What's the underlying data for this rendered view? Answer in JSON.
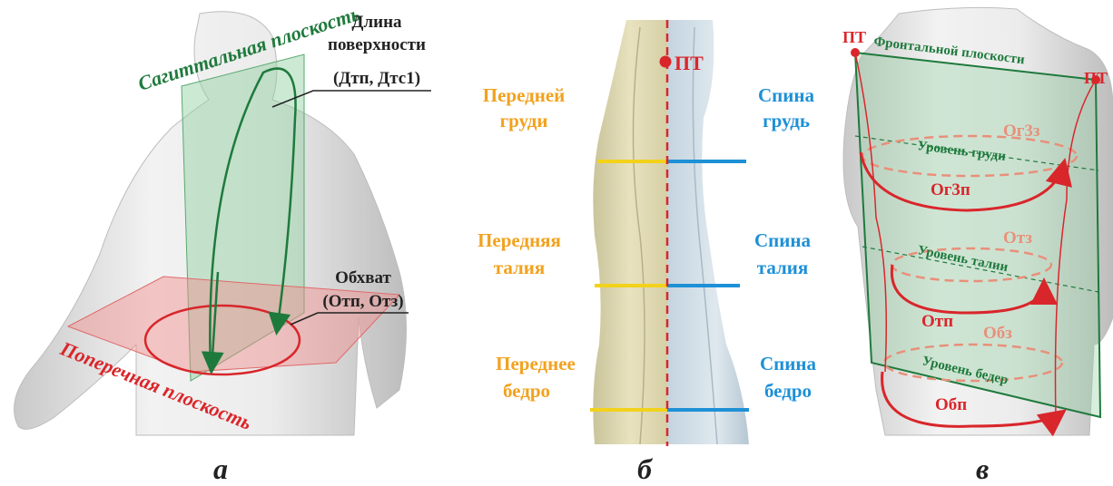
{
  "panel_a": {
    "sagittal_plane": "Сагиттальная плоскость",
    "surface_length_l1": "Длина",
    "surface_length_l2": "поверхности",
    "surface_length_l3": "(Дтп, Дтс1)",
    "girth_l1": "Обхват",
    "girth_l2": "(Отп, Отз)",
    "transverse_plane": "Поперечная плоскость",
    "letter": "а"
  },
  "panel_b": {
    "pt": "ПТ",
    "front_chest_l1": "Передней",
    "front_chest_l2": "груди",
    "back_chest_l1": "Спина",
    "back_chest_l2": "грудь",
    "front_waist_l1": "Передняя",
    "front_waist_l2": "талия",
    "back_waist_l1": "Спина",
    "back_waist_l2": "талия",
    "front_hip_l1": "Переднее",
    "front_hip_l2": "бедро",
    "back_hip_l1": "Спина",
    "back_hip_l2": "бедро",
    "letter": "б"
  },
  "panel_c": {
    "pt_left": "ПТ",
    "pt_right": "ПТ",
    "frontal_plane": "Фронтальной плоскости",
    "og3z": "Ог3з",
    "chest_level": "Уровень груди",
    "og3p": "Ог3п",
    "otz": "Отз",
    "waist_level": "Уровень талии",
    "otp": "Отп",
    "obz": "Обз",
    "hip_level": "Уровень бедер",
    "obp": "Обп",
    "letter": "в"
  },
  "colors": {
    "green": "#1e7a3c",
    "red": "#d9262b",
    "orange": "#f2a21e",
    "blue": "#1e90d6",
    "yellow": "#f2d21b",
    "salmon": "#e8907a"
  }
}
